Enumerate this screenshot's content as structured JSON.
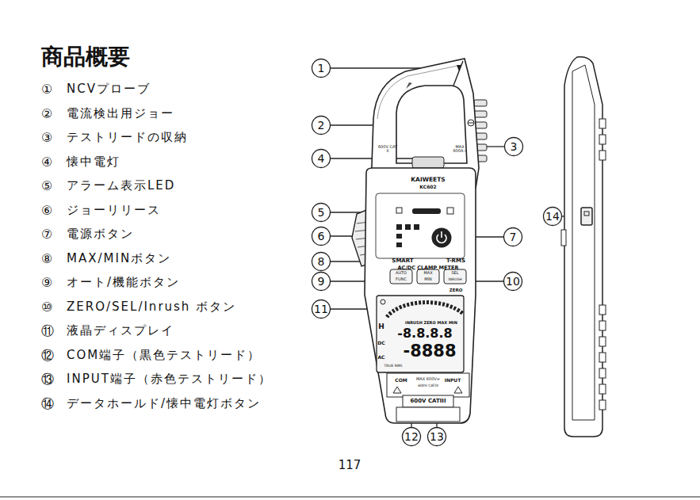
{
  "diagram": {
    "title": "商品概要",
    "labels": [
      "①",
      "NCVプローブ",
      "②",
      "電流検出用ジョー",
      "③",
      "テストリードの収納",
      "④",
      "懐中電灯",
      "⑤",
      "アラーム表示LED",
      "⑥",
      "ジョーリリース",
      "⑦",
      "電源ボタン",
      "⑧",
      "MAX/MINボタン",
      "⑨",
      "オート/機能ボタン",
      "⑩",
      "ZERO/SEL/Inrush ボタン",
      "⑪",
      "液晶ディスプレイ",
      "⑫",
      "COM端子（黒色テストリード）",
      "⑬",
      "INPUT端子（赤色テストリード）",
      "⑭",
      "データホールド/懐中電灯ボタン",
      "1",
      "2",
      "3",
      "4",
      "5",
      "6",
      "7",
      "8",
      "9",
      "10",
      "11",
      "12",
      "13",
      "14",
      "600V CAT II",
      "MAX 600A~",
      "KAIWEETS",
      "KC602",
      "SMART",
      "T-RMS",
      "AC/DC CLAMP METER",
      "AUTO",
      "FUNC",
      "MAX",
      "MIN",
      "SEL",
      "INRUSH",
      "ZERO",
      "INRUSH ZERO MAX MIN",
      "-8.8.8.8",
      "H",
      "DC",
      "-8888",
      "AC",
      "TRUE RMS",
      "COM",
      "MAX 600V=",
      "INPUT",
      "600V CATIII",
      "600V CATIII",
      "117"
    ]
  }
}
